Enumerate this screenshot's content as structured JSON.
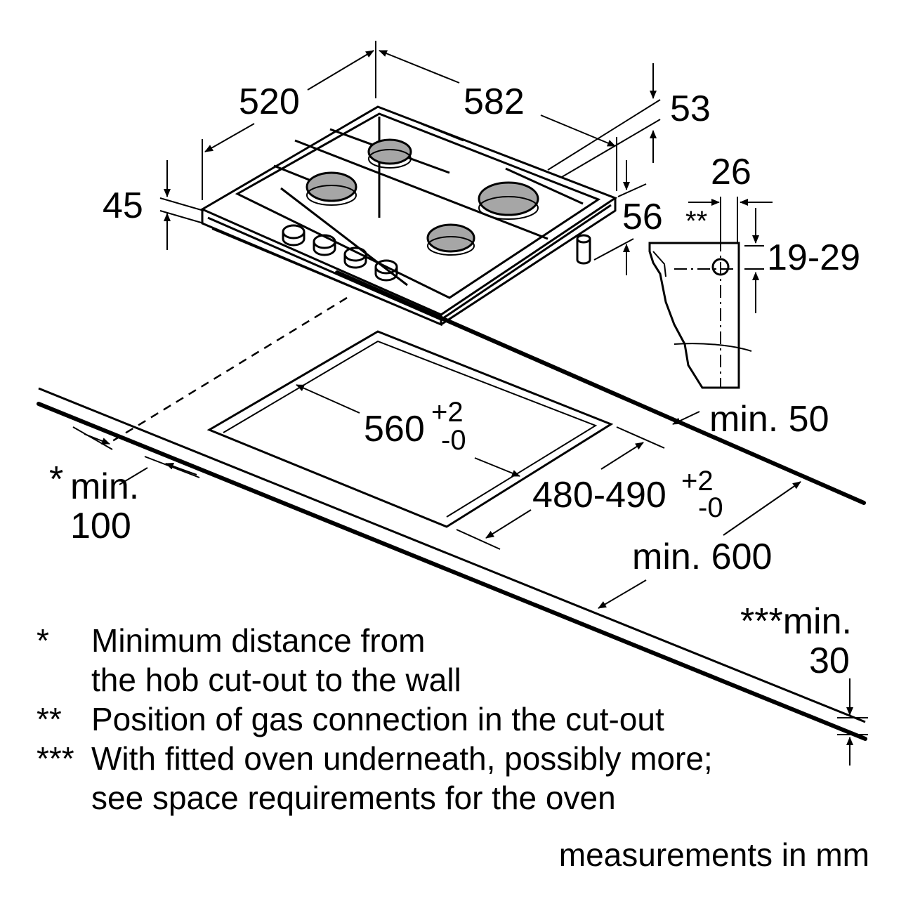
{
  "dimensions": {
    "hob_depth": "520",
    "hob_width": "582",
    "hob_height_total": "53",
    "hob_height_front": "45",
    "gas_connection_height": "56",
    "gas_connection_offset": "26",
    "gas_connection_marker": "**",
    "worktop_thickness_range": "19-29",
    "cutout_width_base": "560",
    "cutout_width_tol_plus": "+2",
    "cutout_width_tol_minus": "-0",
    "cutout_depth_base": "480-490",
    "cutout_depth_tol_plus": "+2",
    "cutout_depth_tol_minus": "-0",
    "rear_clearance": "min. 50",
    "wall_clearance_marker": "*",
    "wall_clearance_line1": "min.",
    "wall_clearance_line2": "100",
    "worktop_depth": "min. 600",
    "oven_gap_line1": "***min.",
    "oven_gap_line2": "30"
  },
  "legend": [
    {
      "mark": "*",
      "lines": [
        "Minimum distance from",
        "the hob cut-out to the wall"
      ]
    },
    {
      "mark": "**",
      "lines": [
        "Position of gas connection in the cut-out"
      ]
    },
    {
      "mark": "***",
      "lines": [
        "With fitted oven underneath, possibly more;",
        "see space requirements for the oven"
      ]
    }
  ],
  "units_note": "measurements in mm"
}
